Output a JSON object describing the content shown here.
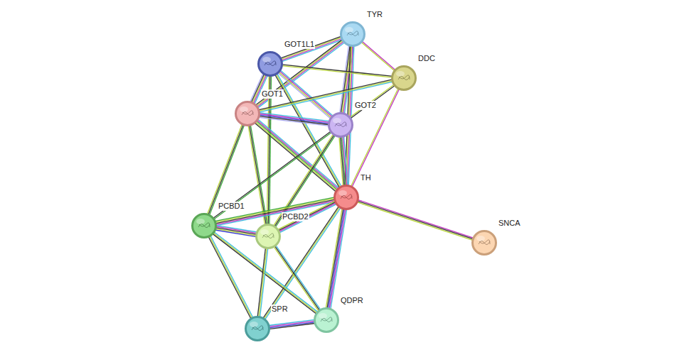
{
  "diagram": {
    "nodes": [
      {
        "text": [
          "TYR"
        ]
      },
      {
        "text": [
          "GOT1L1"
        ]
      },
      {
        "text": [
          "DDC"
        ]
      },
      {
        "text": [
          "GOT1"
        ]
      },
      {
        "text": [
          "GOT2"
        ]
      },
      {
        "text": [
          "TH"
        ]
      },
      {
        "text": [
          "PCBD1"
        ]
      },
      {
        "text": [
          "PCBD2"
        ]
      },
      {
        "text": [
          "SNCA"
        ]
      },
      {
        "text": [
          "QDPR"
        ]
      },
      {
        "text": [
          "SPR"
        ]
      }
    ],
    "edges": [
      {
        "from": 0,
        "to": 1,
        "arrow": "none"
      },
      {
        "from": 0,
        "to": 3,
        "arrow": "none"
      },
      {
        "from": 0,
        "to": 4,
        "arrow": "none"
      },
      {
        "from": 0,
        "to": 5,
        "arrow": "none"
      },
      {
        "from": 0,
        "to": 2,
        "arrow": "none"
      },
      {
        "from": 1,
        "to": 3,
        "arrow": "none"
      },
      {
        "from": 1,
        "to": 4,
        "arrow": "none"
      },
      {
        "from": 1,
        "to": 5,
        "arrow": "none"
      },
      {
        "from": 1,
        "to": 2,
        "arrow": "none"
      },
      {
        "from": 1,
        "to": 7,
        "arrow": "none"
      },
      {
        "from": 2,
        "to": 3,
        "arrow": "none"
      },
      {
        "from": 2,
        "to": 4,
        "arrow": "none"
      },
      {
        "from": 2,
        "to": 5,
        "arrow": "none"
      },
      {
        "from": 3,
        "to": 4,
        "arrow": "none"
      },
      {
        "from": 3,
        "to": 5,
        "arrow": "none"
      },
      {
        "from": 3,
        "to": 6,
        "arrow": "none"
      },
      {
        "from": 3,
        "to": 7,
        "arrow": "none"
      },
      {
        "from": 4,
        "to": 5,
        "arrow": "none"
      },
      {
        "from": 4,
        "to": 6,
        "arrow": "none"
      },
      {
        "from": 4,
        "to": 7,
        "arrow": "none"
      },
      {
        "from": 5,
        "to": 8,
        "arrow": "none"
      },
      {
        "from": 5,
        "to": 6,
        "arrow": "none"
      },
      {
        "from": 5,
        "to": 7,
        "arrow": "none"
      },
      {
        "from": 5,
        "to": 10,
        "arrow": "none"
      },
      {
        "from": 5,
        "to": 9,
        "arrow": "none"
      },
      {
        "from": 6,
        "to": 7,
        "arrow": "none"
      },
      {
        "from": 6,
        "to": 10,
        "arrow": "none"
      },
      {
        "from": 6,
        "to": 9,
        "arrow": "none"
      },
      {
        "from": 7,
        "to": 10,
        "arrow": "none"
      },
      {
        "from": 7,
        "to": 9,
        "arrow": "none"
      },
      {
        "from": 10,
        "to": 9,
        "arrow": "none"
      }
    ]
  }
}
